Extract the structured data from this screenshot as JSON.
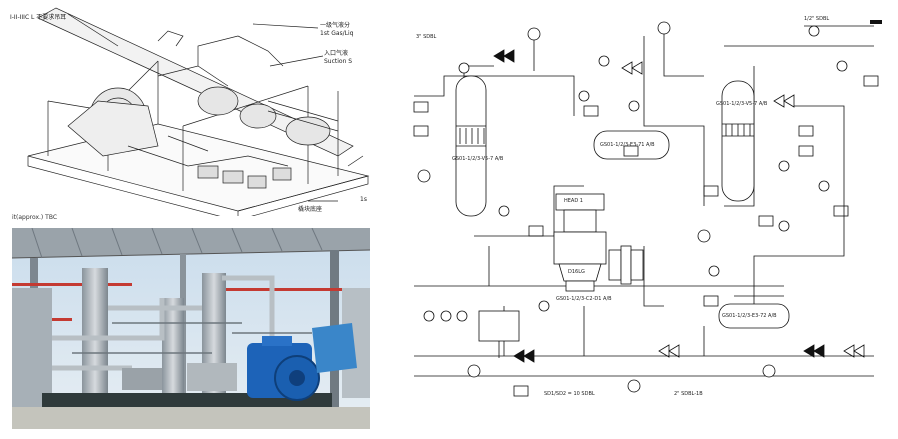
{
  "isometric": {
    "corner_label": "I-II-IIIC L  不要求吊耳",
    "label_1st_gas_cn": "一级气液分",
    "label_1st_gas_en": "1st Gas/Liq",
    "label_suction_cn": "入口气液",
    "label_suction_en": "Suction S",
    "label_1s": "1s",
    "label_base": "橇块底座",
    "caption": "it(approx.) TBC"
  },
  "pid": {
    "vessel_left": "GS01-1/2/3-V5-7 A/B",
    "vessel_mid": "GS01-1/2/3-E3-71 A/B",
    "vessel_right": "GS01-1/2/3-V5-7 A/B",
    "head_label": "HEAD 1",
    "cylinder_label": "D16LG",
    "cylinder_tag": "GS01-1/2/3-C2-D1 A/B",
    "cooler_tag": "GS01-1/2/3-E3-72 A/B",
    "note_bottom_1": "SD1/SD2 = 10 SDBL",
    "note_bottom_2": "2\" SDBL-1B",
    "note_top_1": "3\" SDBL",
    "note_top_2": "1/2\" SDBL"
  }
}
